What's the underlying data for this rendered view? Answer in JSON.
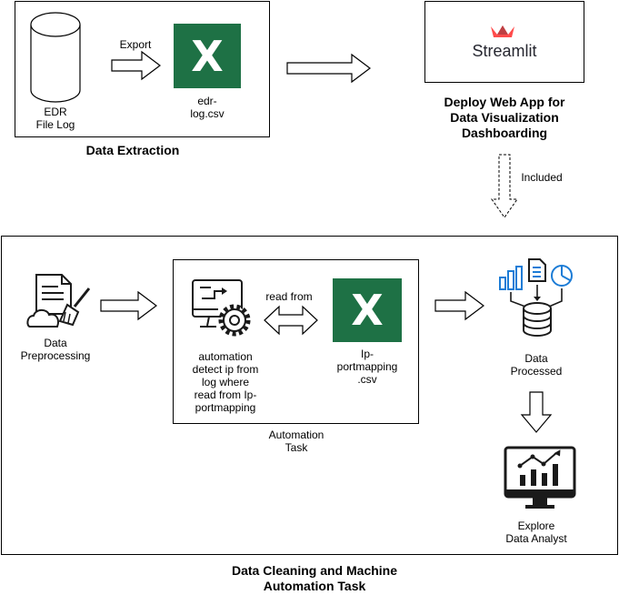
{
  "extraction": {
    "edr_label": "EDR\nFile Log",
    "export_label": "Export",
    "csv_label": "edr-\nlog.csv",
    "title": "Data Extraction"
  },
  "deploy": {
    "logo_text": "Streamlit",
    "title": "Deploy Web App for\nData Visualization\nDashboarding",
    "included_label": "Included"
  },
  "cleaning": {
    "preprocessing_label": "Data\nPreprocessing",
    "read_from_label": "read from",
    "automation_label": "automation\ndetect ip from\nlog where\nread from Ip-\nportmapping",
    "ip_csv_label": "Ip-\nportmapping\n.csv",
    "automation_task_label": "Automation\nTask",
    "processed_label": "Data\nProcessed",
    "explore_label": "Explore\nData Analyst",
    "title": "Data Cleaning and Machine\nAutomation Task"
  },
  "icons": {
    "excel_letter": "X",
    "excel_color": "#1e7145",
    "streamlit_color": "#ff4b4b",
    "accent_blue": "#1c7cd6"
  }
}
